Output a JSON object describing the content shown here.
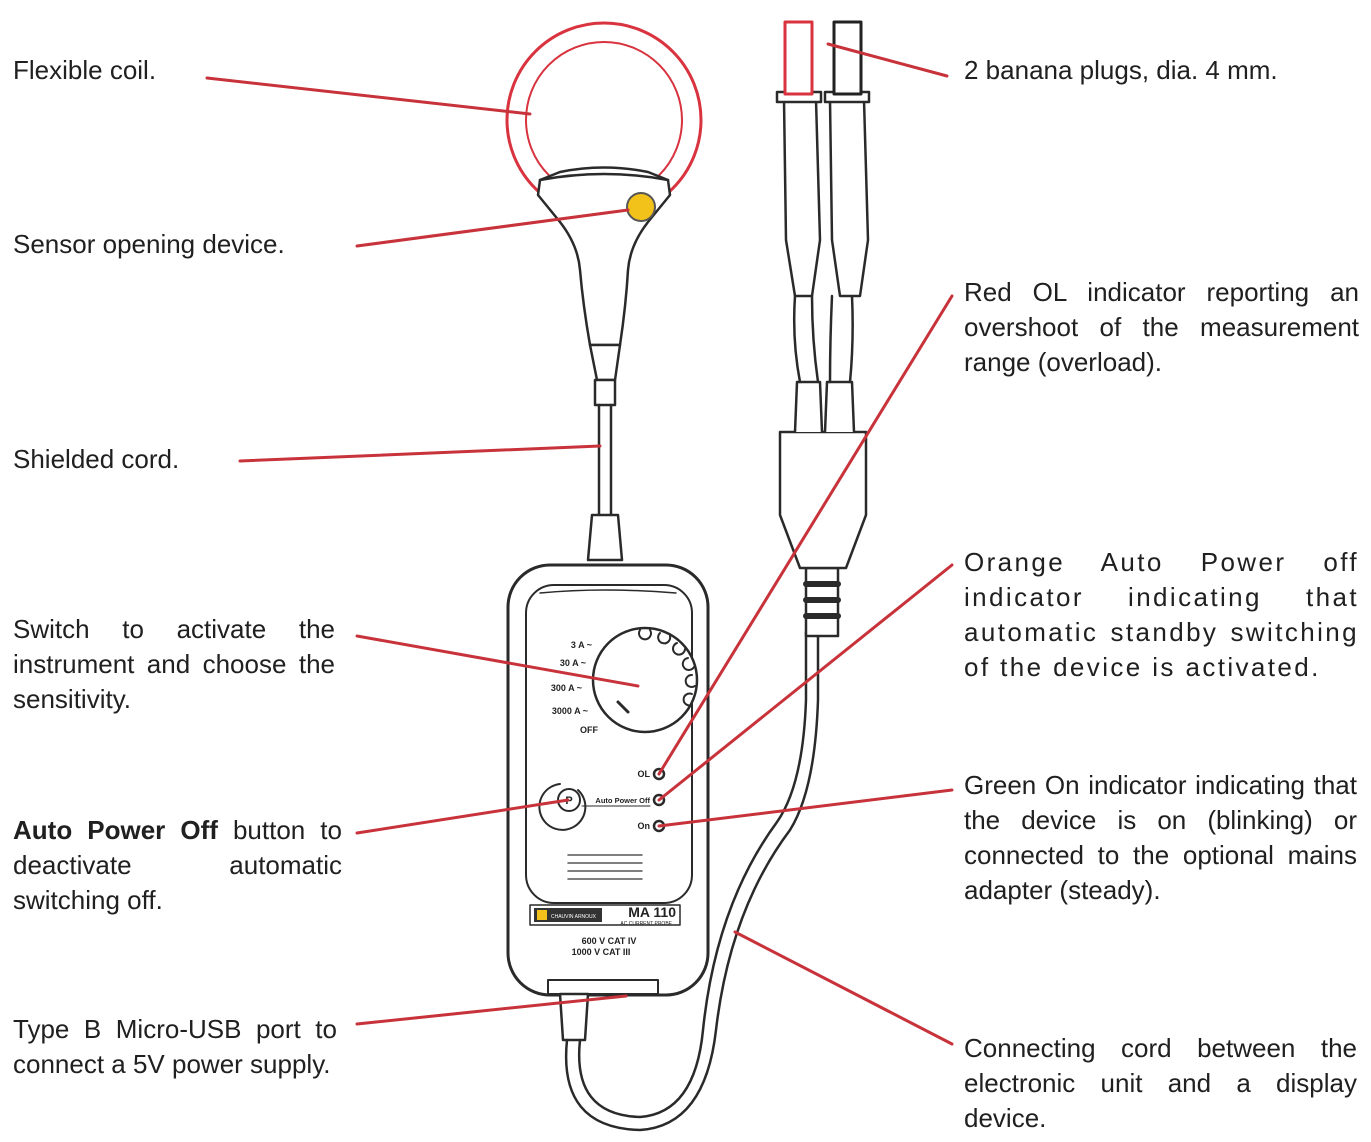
{
  "labels": {
    "flexible_coil": "Flexible coil.",
    "sensor_opening": "Sensor opening device.",
    "shielded_cord": "Shielded cord.",
    "switch": "Switch to activate the instrument and choose the sensitivity.",
    "auto_power_off_bold": "Auto Power Off",
    "auto_power_off_rest": " button to deactivate automatic switching off.",
    "usb_port": "Type B Micro-USB port to connect a 5V power supply.",
    "banana_plugs": "2 banana plugs, dia. 4 mm.",
    "red_ol": "Red OL indicator reporting an overshoot of the measurement range (overload).",
    "orange_apo": "Orange Auto Power off indicator indicating that automatic standby switching of the device is activated.",
    "green_on": "Green On indicator indicating that the device is on (blinking) or connected to the optional mains adapter (steady).",
    "connecting_cord": "Connecting cord between the electronic unit and a display device."
  },
  "device": {
    "ranges": [
      "3 A ~",
      "30 A ~",
      "300 A ~",
      "3000 A ~",
      "OFF"
    ],
    "indicator_ol": "OL",
    "indicator_apo": "Auto Power Off",
    "indicator_on": "On",
    "button_letter": "P",
    "model": "MA 110",
    "subtitle": "AC CURRENT PROBE",
    "brand": "CHAUVIN ARNOUX",
    "cat_rating_1": "600 V CAT IV",
    "cat_rating_2": "1000 V CAT III"
  },
  "colors": {
    "leader_line": "#c8323a",
    "coil": "#d8333e",
    "button": "#f2c21b",
    "outline": "#2a2a2a"
  }
}
